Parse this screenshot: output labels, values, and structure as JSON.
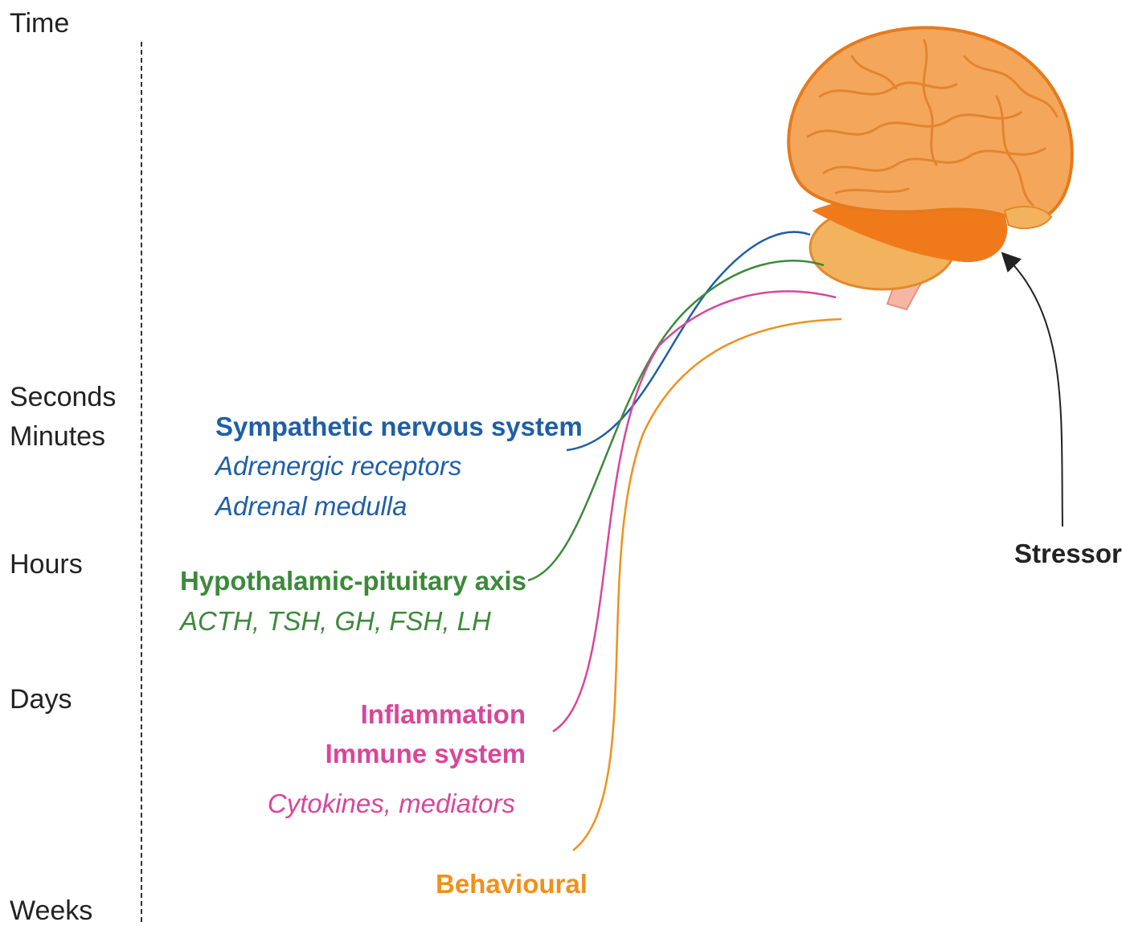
{
  "time_axis": {
    "title": "Time",
    "labels": [
      "Seconds",
      "Minutes",
      "Hours",
      "Days",
      "Weeks"
    ]
  },
  "stressor": {
    "label": "Stressor",
    "color": "#222222"
  },
  "pathways": [
    {
      "name": "Sympathetic nervous system",
      "details": [
        "Adrenergic receptors",
        "Adrenal medulla"
      ],
      "color": "#1f5fa8"
    },
    {
      "name": "Hypothalamic-pituitary axis",
      "details": [
        "ACTH, TSH, GH, FSH, LH"
      ],
      "color": "#3b8a3a"
    },
    {
      "name": "Inflammation",
      "name2": "Immune system",
      "details": [
        "Cytokines, mediators"
      ],
      "color": "#d9469a"
    },
    {
      "name": "Behavioural",
      "details": [],
      "color": "#f0901c"
    }
  ],
  "brain": {
    "icon": "brain-icon",
    "fill": "#f4a75b",
    "shade": "#f07a1a"
  }
}
